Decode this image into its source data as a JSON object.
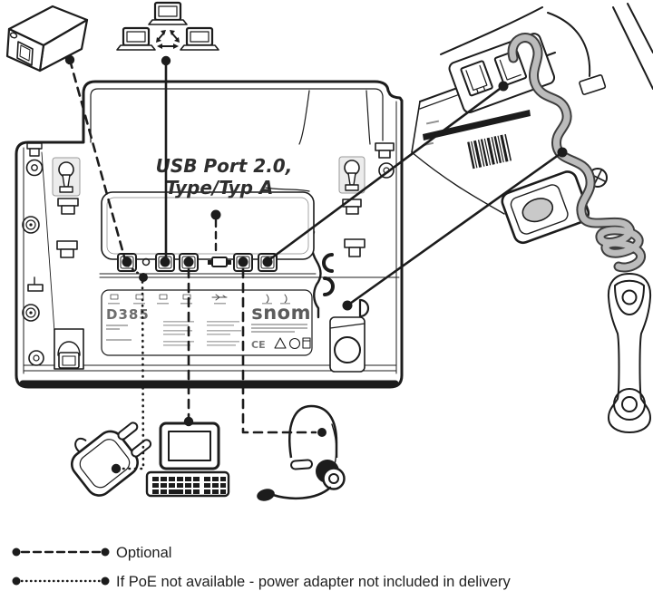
{
  "diagram": {
    "phone": {
      "model": "D385",
      "brand": "snom",
      "usb_label_line1": "USB Port 2.0,",
      "usb_label_line2": "Type/Typ A",
      "ce_mark": "CE"
    },
    "legend": {
      "items": [
        {
          "style": "dashed",
          "label": "Optional"
        },
        {
          "style": "dotted",
          "label": "If PoE not available - power adapter not included in delivery"
        }
      ]
    },
    "icons": [
      "power-injector-icon",
      "network-icon",
      "power-plug-icon",
      "computer-icon",
      "headset-icon",
      "handset-icon",
      "handset-cord-closeup"
    ],
    "colors": {
      "line": "#1c1c1c",
      "cord_fill": "#bcbcbc",
      "cord_outline": "#3d3d3d",
      "label_gray": "#b3b3b3",
      "background": "#ffffff"
    }
  }
}
